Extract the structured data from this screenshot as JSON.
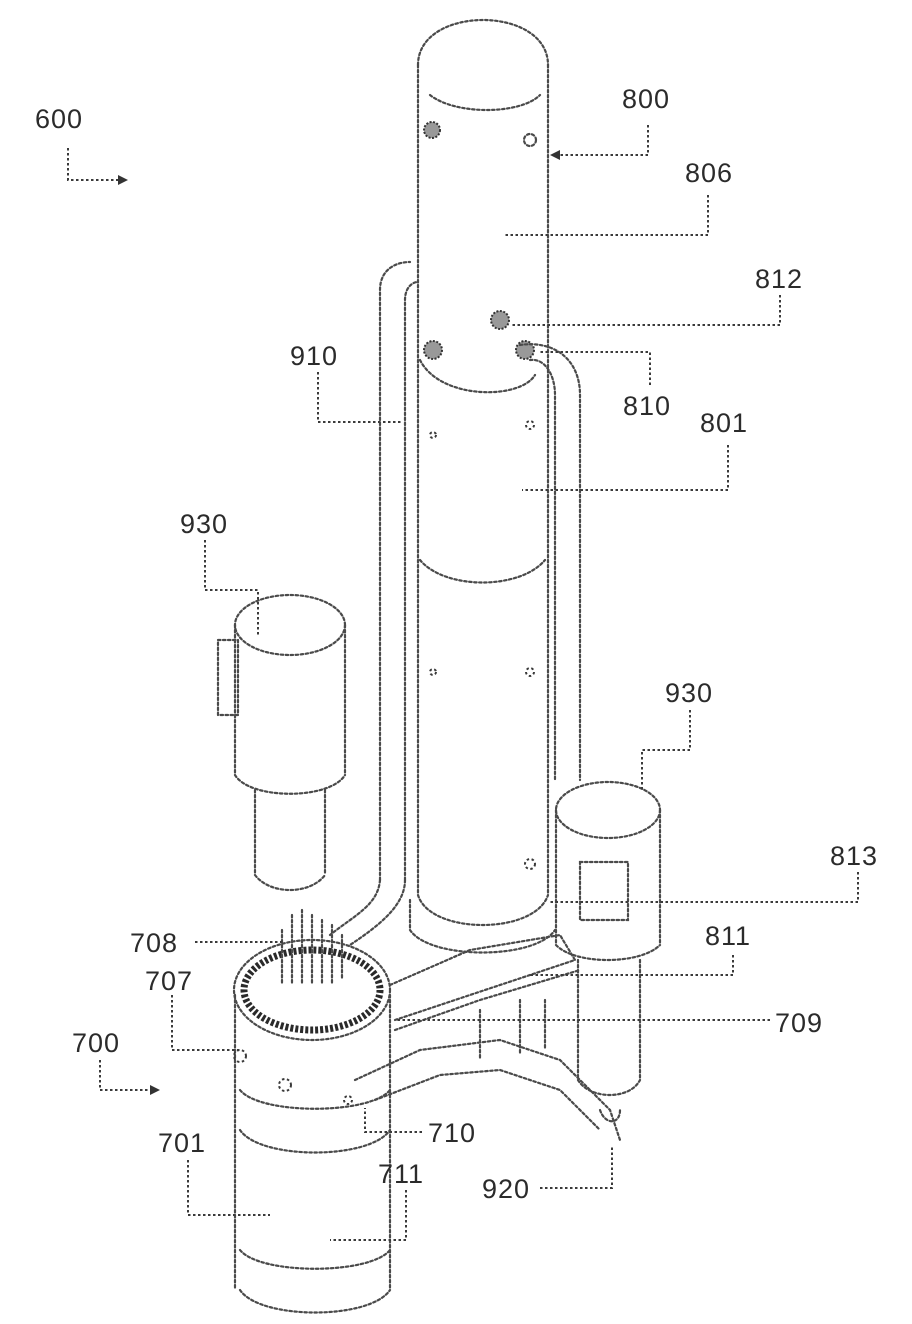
{
  "labels": {
    "l600": "600",
    "l800": "800",
    "l806": "806",
    "l812": "812",
    "l910": "910",
    "l810": "810",
    "l801": "801",
    "l930a": "930",
    "l930b": "930",
    "l813": "813",
    "l708": "708",
    "l811": "811",
    "l707": "707",
    "l709": "709",
    "l700": "700",
    "l710": "710",
    "l701": "701",
    "l711": "711",
    "l920": "920"
  }
}
